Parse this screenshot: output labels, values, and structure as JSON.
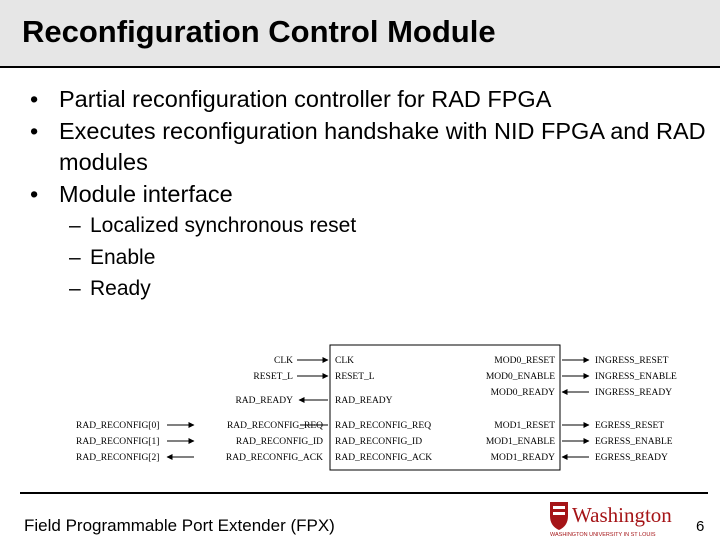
{
  "title": "Reconfiguration Control Module",
  "bullets": [
    "Partial reconfiguration controller for RAD FPGA",
    "Executes reconfiguration handshake with NID FPGA and RAD modules",
    "Module interface"
  ],
  "sub_bullets": [
    "Localized synchronous reset",
    "Enable",
    "Ready"
  ],
  "diagram": {
    "left_signals": [
      "CLK",
      "RESET_L",
      "RAD_READY",
      "RAD_RECONFIG_REQ",
      "RAD_RECONFIG_ID",
      "RAD_RECONFIG_ACK"
    ],
    "external_left": [
      "RAD_RECONFIG[0]",
      "RAD_RECONFIG[1]",
      "RAD_RECONFIG[2]"
    ],
    "box_left_ports": [
      "CLK",
      "RESET_L",
      "RAD_READY",
      "RAD_RECONFIG_REQ",
      "RAD_RECONFIG_ID",
      "RAD_RECONFIG_ACK"
    ],
    "box_right_ports": [
      "MOD0_RESET",
      "MOD0_ENABLE",
      "MOD0_READY",
      "MOD1_RESET",
      "MOD1_ENABLE",
      "MOD1_READY"
    ],
    "right_signals": [
      "INGRESS_RESET",
      "INGRESS_ENABLE",
      "INGRESS_READY",
      "EGRESS_RESET",
      "EGRESS_ENABLE",
      "EGRESS_READY"
    ]
  },
  "footer": "Field Programmable Port Extender (FPX)",
  "logo_text": "Washington",
  "logo_subtext": "WASHINGTON UNIVERSITY IN ST LOUIS",
  "page_number": "6",
  "colors": {
    "logo": "#a51417",
    "title_bg": "#e6e6e6"
  }
}
